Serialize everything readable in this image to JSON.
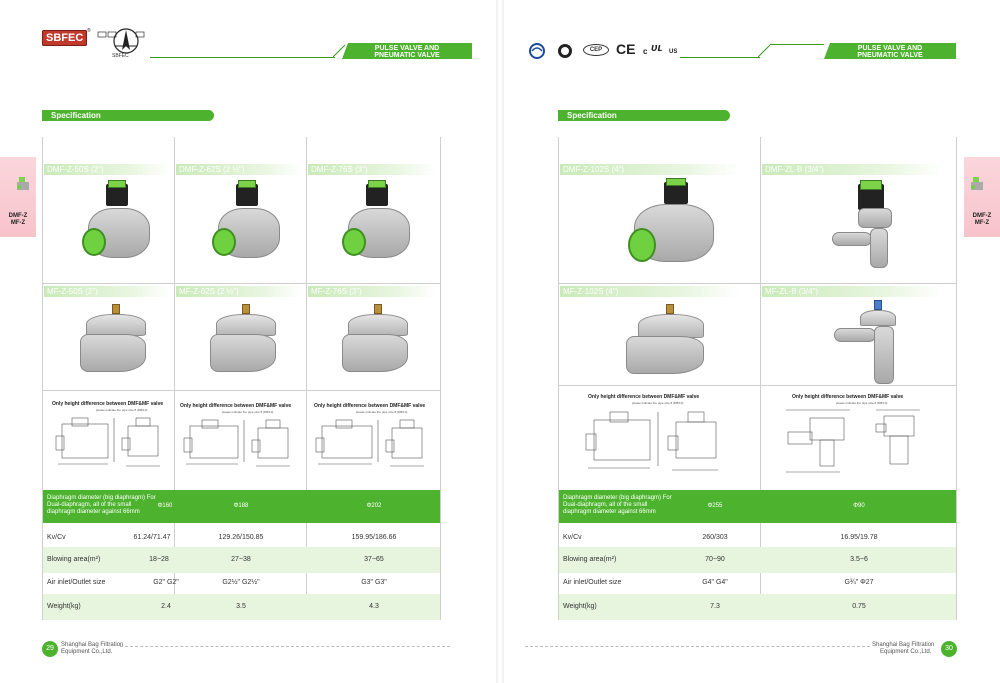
{
  "header": {
    "brand": "SBFEC",
    "brand_reg": "®",
    "emblem_text": "SBFEC",
    "tag_line1": "PULSE VALVE AND",
    "tag_line2": "PNEUMATIC VALVE",
    "certs": [
      "CE",
      "c",
      "US"
    ],
    "cep_badge": "CEP",
    "spec_label": "Specification"
  },
  "side_tab": {
    "line1": "DMF-Z",
    "line2": "MF-Z"
  },
  "left_page": {
    "dmf_models": [
      "DMF-Z-50S (2\")",
      "DMF-Z-62S (2 ½\")",
      "DMF-Z-76S (3\")"
    ],
    "mf_models": [
      "MF-Z-50S (2\")",
      "MF-Z-62S (2 ½\")",
      "MF-Z-76S (3\")"
    ],
    "diagram_title": "Only height difference between DMF&MF valve",
    "diagram_sub": "please indicate the pipe size 8 (8/8/10)",
    "rows": {
      "diaphragm_label": "Diaphragm diameter (big diaphragm) For Dual-diaphragm, all of the small diaphragm diameter against 66mm",
      "diaphragm": [
        "Φ160",
        "Φ188",
        "Φ202"
      ],
      "kv_label": "Kv/Cv",
      "kv": [
        "61.24/71.47",
        "129.26/150.85",
        "159.95/186.66"
      ],
      "blow_label": "Blowing area(m²)",
      "blow": [
        "18~28",
        "27~38",
        "37~65"
      ],
      "air_label": "Air inlet/Outlet size",
      "air": [
        "G2\" G2\"",
        "G2½\" G2½\"",
        "G3\" G3\""
      ],
      "weight_label": "Weight(kg)",
      "weight": [
        "2.4",
        "3.5",
        "4.3"
      ]
    },
    "page_number": "29"
  },
  "right_page": {
    "dmf_models": [
      "DMF-Z-102S (4\")",
      "DMF-ZL-B (3/4\")"
    ],
    "mf_models": [
      "MF-Z-102S (4\")",
      "MF-ZL-B (3/4\")"
    ],
    "diagram_title": "Only height difference between DMF&MF valve",
    "diagram_sub": "please indicate the pipe size 8 (8/8/10)",
    "rows": {
      "diaphragm_label": "Diaphragm diameter (big diaphragm) For Dual-diaphragm, all of the small diaphragm diameter against 66mm",
      "diaphragm": [
        "Φ255",
        "Φ90"
      ],
      "kv_label": "Kv/Cv",
      "kv": [
        "260/303",
        "16.95/19.78"
      ],
      "blow_label": "Blowing area(m²)",
      "blow": [
        "70~90",
        "3.5~6"
      ],
      "air_label": "Air inlet/Outlet size",
      "air": [
        "G4\" G4\"",
        "G¾\" Φ27"
      ],
      "weight_label": "Weight(kg)",
      "weight": [
        "7.3",
        "0.75"
      ]
    },
    "page_number": "30"
  },
  "footer": {
    "company_line1": "Shanghai Bag Filtration",
    "company_line2": "Equipment Co.,Ltd."
  },
  "colors": {
    "accent": "#4db32e",
    "port": "#6fd13f",
    "side_tab": "#f7c3cb"
  }
}
